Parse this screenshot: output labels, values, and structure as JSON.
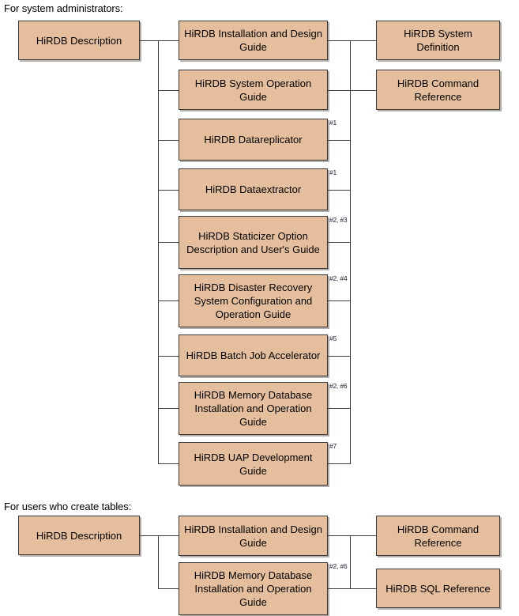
{
  "sections": [
    {
      "id": "system-administrators",
      "label": "For system administrators:",
      "left": [
        {
          "id": "sa-description",
          "text": "HiRDB Description"
        }
      ],
      "middle": [
        {
          "id": "sa-install-design",
          "text": "HiRDB Installation and Design Guide",
          "note": ""
        },
        {
          "id": "sa-system-operation",
          "text": "HiRDB System Operation Guide",
          "note": ""
        },
        {
          "id": "sa-datareplicator",
          "text": "HiRDB Datareplicator",
          "note": "#1"
        },
        {
          "id": "sa-dataextractor",
          "text": "HiRDB Dataextractor",
          "note": "#1"
        },
        {
          "id": "sa-staticizer",
          "text": "HiRDB Staticizer Option Description and User's Guide",
          "note": "#2, #3"
        },
        {
          "id": "sa-disaster-recovery",
          "text": "HiRDB Disaster Recovery System Configuration and Operation Guide",
          "note": "#2, #4"
        },
        {
          "id": "sa-batch-job",
          "text": "HiRDB Batch Job Accelerator",
          "note": "#5"
        },
        {
          "id": "sa-memory-database",
          "text": "HiRDB Memory Database Installation and Operation Guide",
          "note": "#2, #6"
        },
        {
          "id": "sa-uap-development",
          "text": "HiRDB UAP Development Guide",
          "note": "#7"
        }
      ],
      "right": [
        {
          "id": "sa-system-definition",
          "text": "HiRDB System Definition"
        },
        {
          "id": "sa-command-reference",
          "text": "HiRDB Command Reference"
        }
      ]
    },
    {
      "id": "users-who-create-tables",
      "label": "For users who create tables:",
      "left": [
        {
          "id": "ut-description",
          "text": "HiRDB Description"
        }
      ],
      "middle": [
        {
          "id": "ut-install-design",
          "text": "HiRDB Installation and Design Guide",
          "note": ""
        },
        {
          "id": "ut-memory-database",
          "text": "HiRDB Memory Database Installation and Operation Guide",
          "note": "#2, #6"
        }
      ],
      "right": [
        {
          "id": "ut-command-reference",
          "text": "HiRDB Command Reference"
        },
        {
          "id": "ut-sql-reference",
          "text": "HiRDB SQL Reference"
        }
      ]
    }
  ],
  "colors": {
    "node_fill": "#e5bf9d",
    "node_border": "#3a3a3a",
    "connector": "#3b3b3b",
    "text": "#000000",
    "note_text": "#1a1a33",
    "background": "#ffffff"
  }
}
